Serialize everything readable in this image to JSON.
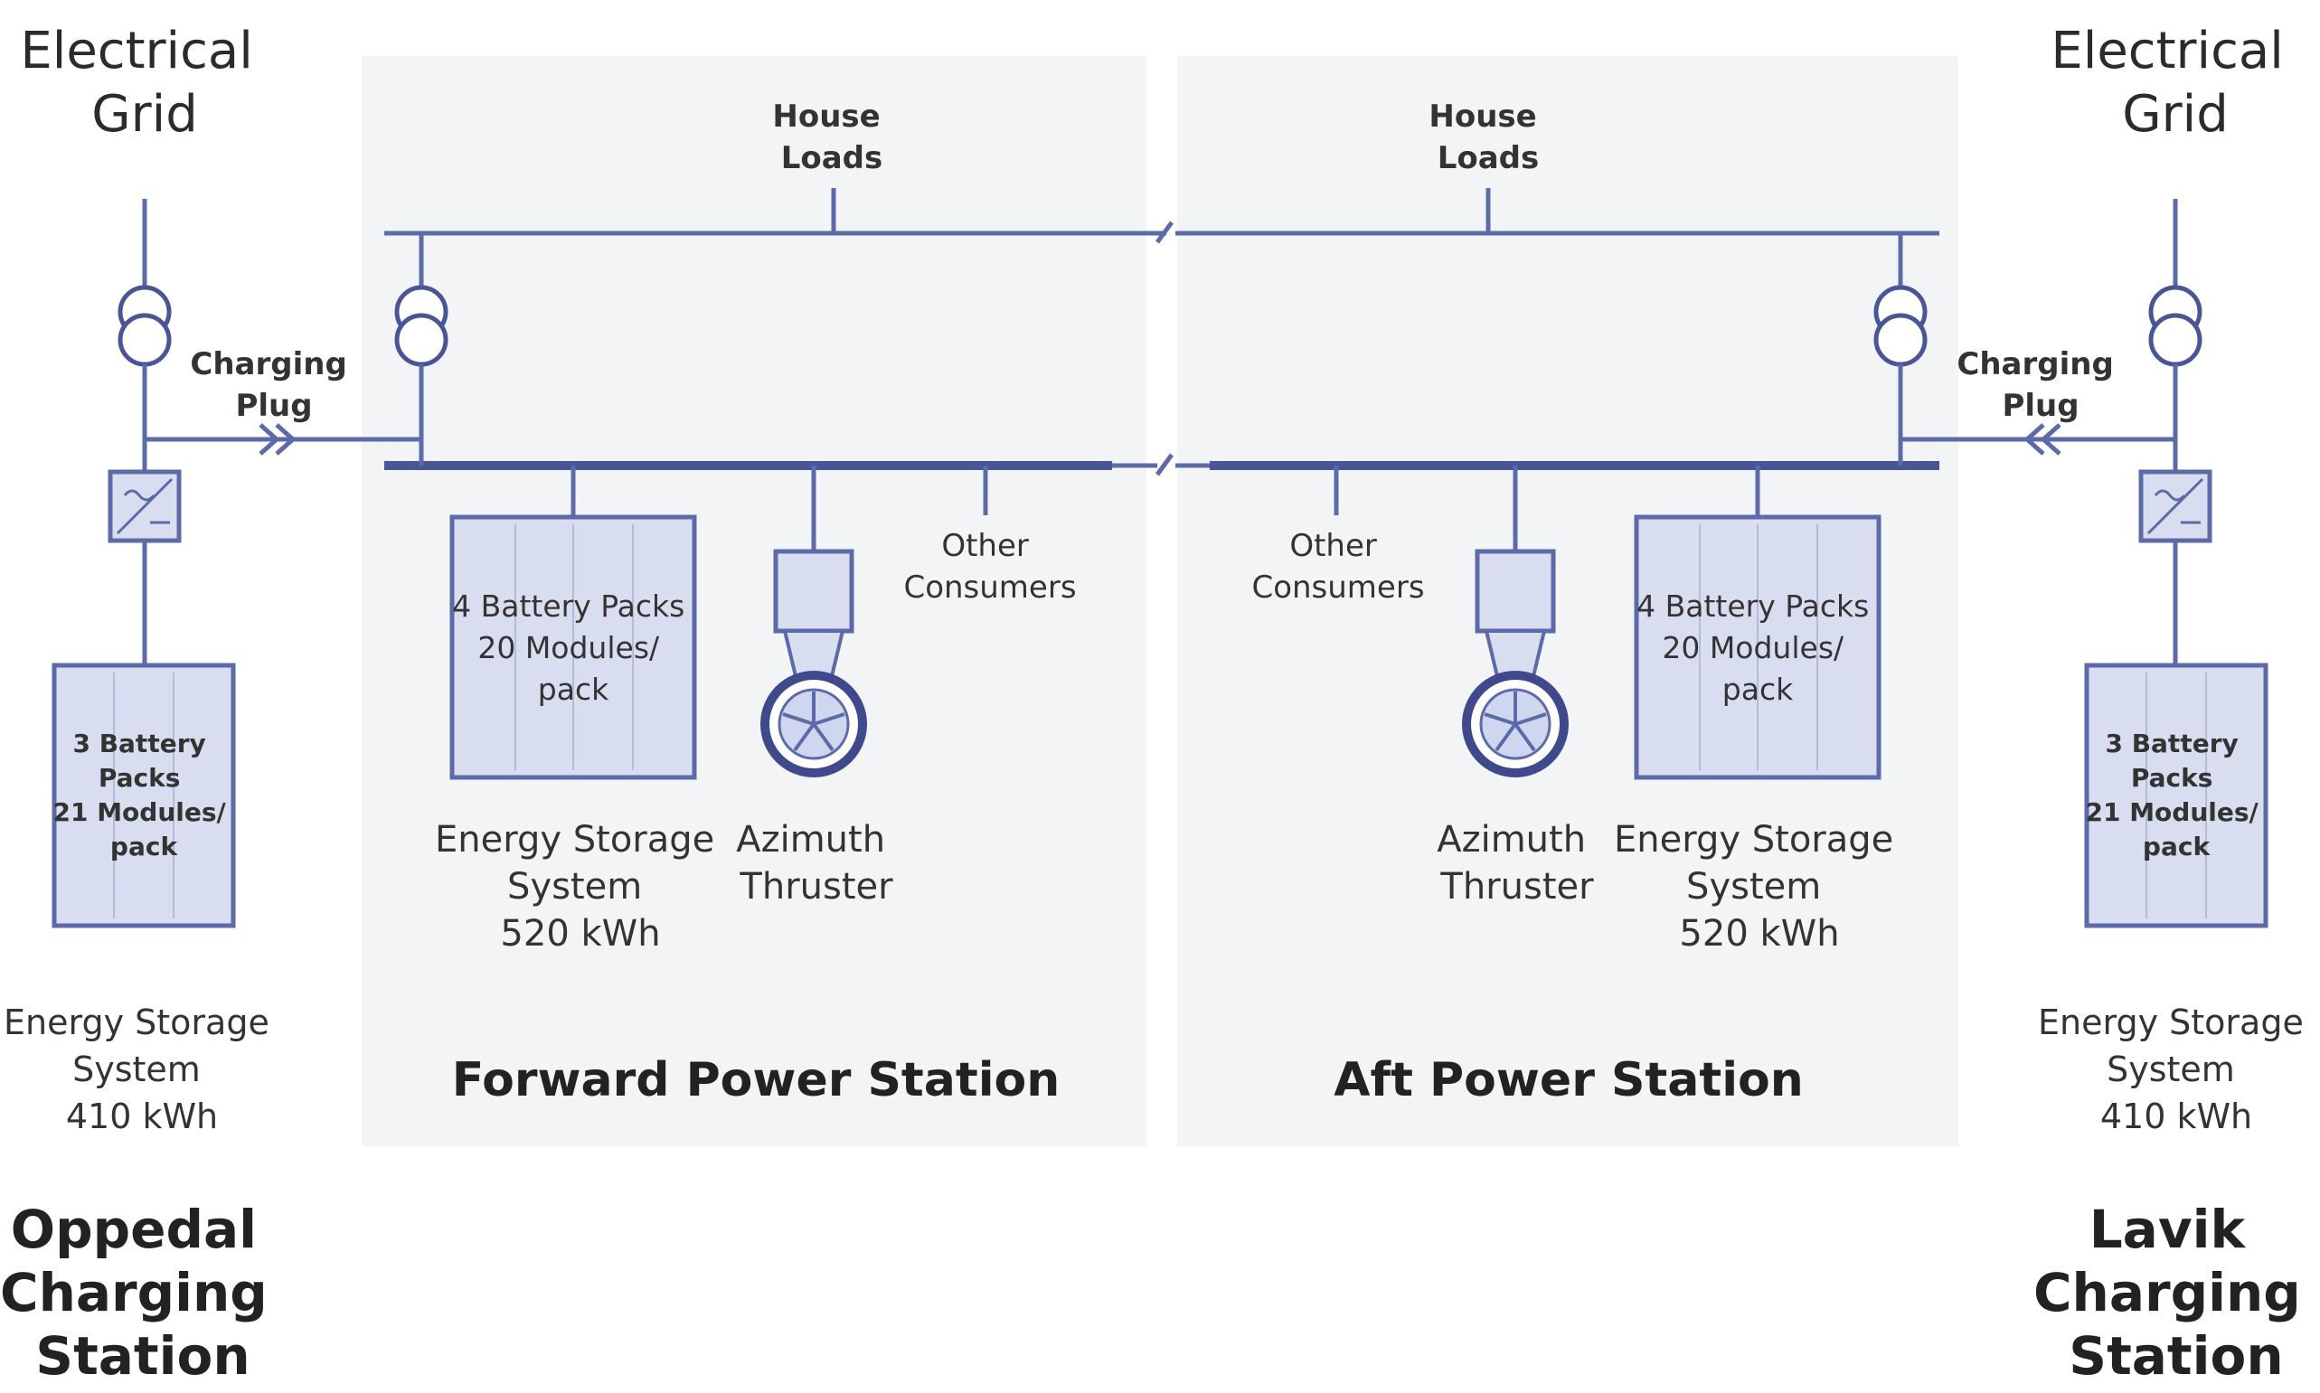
{
  "left_grid": {
    "line1": "Electrical",
    "line2": "Grid"
  },
  "right_grid": {
    "line1": "Electrical",
    "line2": "Grid"
  },
  "house_loads_fwd": {
    "line1": "House",
    "line2": "Loads"
  },
  "house_loads_aft": {
    "line1": "House",
    "line2": "Loads"
  },
  "charging_plug_left": {
    "line1": "Charging",
    "line2": "Plug"
  },
  "charging_plug_right": {
    "line1": "Charging",
    "line2": "Plug"
  },
  "other_consumers_fwd": {
    "line1": "Other",
    "line2": "Consumers"
  },
  "other_consumers_aft": {
    "line1": "Other",
    "line2": "Consumers"
  },
  "battery_fwd": {
    "line1": "4 Battery Packs",
    "line2": "20 Modules/",
    "line3": "pack"
  },
  "battery_aft": {
    "line1": "4 Battery Packs",
    "line2": "20 Modules/",
    "line3": "pack"
  },
  "battery_left": {
    "line1": "3 Battery",
    "line2": "Packs",
    "line3": "21 Modules/",
    "line4": "pack"
  },
  "battery_right": {
    "line1": "3 Battery",
    "line2": "Packs",
    "line3": "21 Modules/",
    "line4": "pack"
  },
  "ess_fwd": {
    "line1": "Energy Storage",
    "line2": "System",
    "line3": "520 kWh"
  },
  "ess_aft": {
    "line1": "Energy Storage",
    "line2": "System",
    "line3": "520 kWh"
  },
  "ess_left": {
    "line1": "Energy Storage",
    "line2": "System",
    "line3": "410 kWh"
  },
  "ess_right": {
    "line1": "Energy Storage",
    "line2": "System",
    "line3": "410 kWh"
  },
  "thruster_fwd": {
    "line1": "Azimuth",
    "line2": "Thruster"
  },
  "thruster_aft": {
    "line1": "Azimuth",
    "line2": "Thruster"
  },
  "forward_station": "Forward Power Station",
  "aft_station": "Aft Power Station",
  "left_charging": {
    "line1": "Oppedal",
    "line2": "Charging",
    "line3": "Station"
  },
  "right_charging": {
    "line1": "Lavik",
    "line2": "Charging",
    "line3": "Station"
  },
  "colors": {
    "line": "#5d6aa8",
    "fill": "#d8ddf0",
    "panel": "#f3f4f6"
  }
}
